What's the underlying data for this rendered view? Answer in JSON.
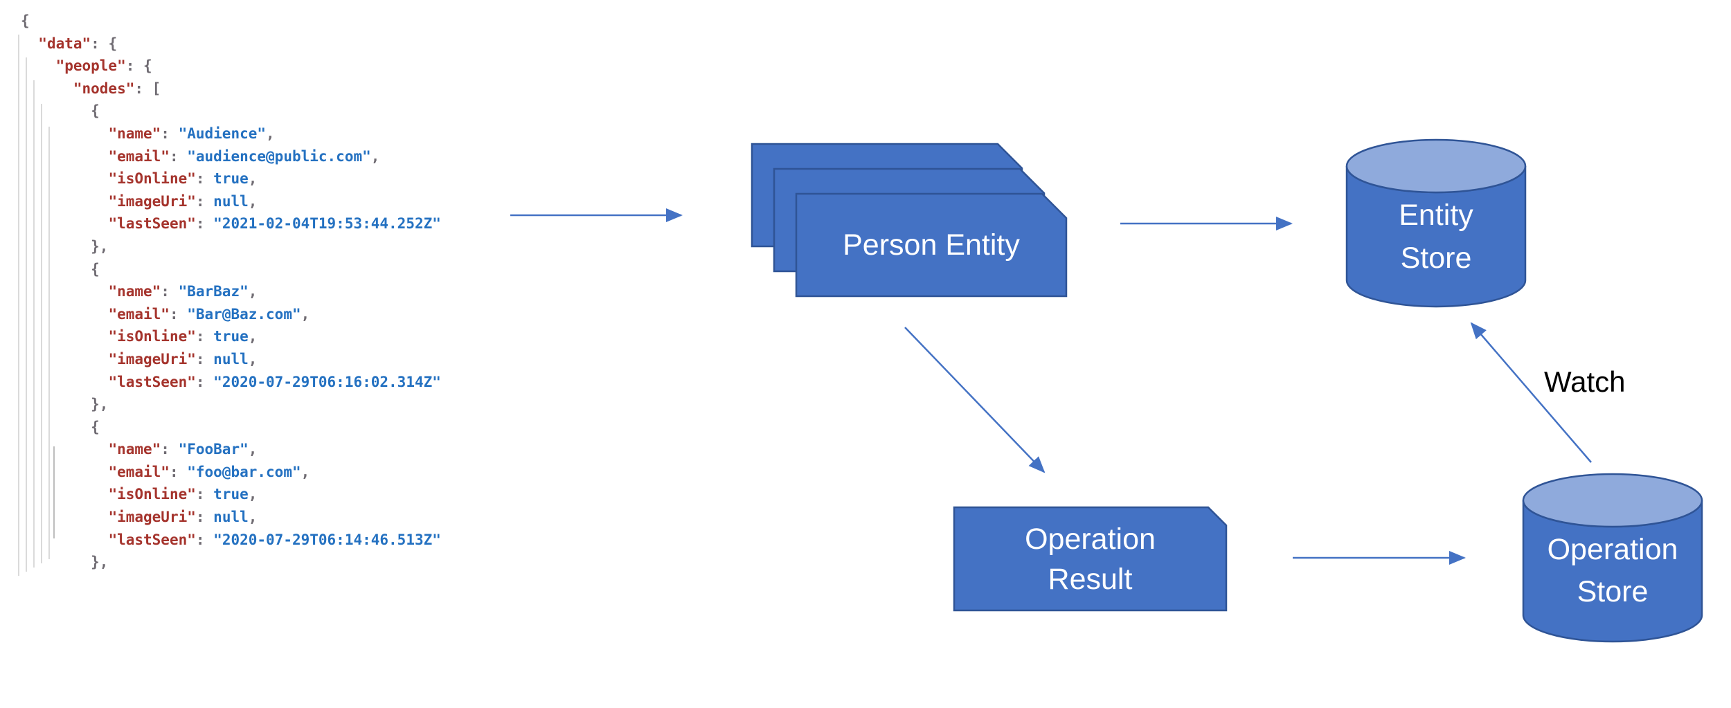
{
  "diagram": {
    "person_entity": {
      "label": "Person Entity"
    },
    "entity_store": {
      "label_line1": "Entity",
      "label_line2": "Store"
    },
    "operation_result": {
      "label_line1": "Operation",
      "label_line2": "Result"
    },
    "operation_store": {
      "label_line1": "Operation",
      "label_line2": "Store"
    },
    "watch_label": "Watch",
    "colors": {
      "shape_fill": "#4472C4",
      "shape_border": "#2F5496",
      "cylinder_top": "#8FAADC",
      "arrow": "#4472C4",
      "label_text": "#FFFFFF",
      "watch_text": "#000000"
    }
  },
  "code_block": {
    "colors": {
      "key": "#A5342D",
      "value": "#2471C1",
      "punctuation": "#6F6B72",
      "indent_guide": "#DADADA"
    },
    "lines": [
      [
        {
          "c": "p",
          "t": "{"
        }
      ],
      [
        {
          "c": "p",
          "t": "  "
        },
        {
          "c": "k",
          "t": "\"data\""
        },
        {
          "c": "p",
          "t": ": {"
        }
      ],
      [
        {
          "c": "p",
          "t": "    "
        },
        {
          "c": "k",
          "t": "\"people\""
        },
        {
          "c": "p",
          "t": ": {"
        }
      ],
      [
        {
          "c": "p",
          "t": "      "
        },
        {
          "c": "k",
          "t": "\"nodes\""
        },
        {
          "c": "p",
          "t": ": ["
        }
      ],
      [
        {
          "c": "p",
          "t": "        {"
        }
      ],
      [
        {
          "c": "p",
          "t": "          "
        },
        {
          "c": "k",
          "t": "\"name\""
        },
        {
          "c": "p",
          "t": ": "
        },
        {
          "c": "v",
          "t": "\"Audience\""
        },
        {
          "c": "p",
          "t": ","
        }
      ],
      [
        {
          "c": "p",
          "t": "          "
        },
        {
          "c": "k",
          "t": "\"email\""
        },
        {
          "c": "p",
          "t": ": "
        },
        {
          "c": "v",
          "t": "\"audience@public.com\""
        },
        {
          "c": "p",
          "t": ","
        }
      ],
      [
        {
          "c": "p",
          "t": "          "
        },
        {
          "c": "k",
          "t": "\"isOnline\""
        },
        {
          "c": "p",
          "t": ": "
        },
        {
          "c": "v",
          "t": "true"
        },
        {
          "c": "p",
          "t": ","
        }
      ],
      [
        {
          "c": "p",
          "t": "          "
        },
        {
          "c": "k",
          "t": "\"imageUri\""
        },
        {
          "c": "p",
          "t": ": "
        },
        {
          "c": "v",
          "t": "null"
        },
        {
          "c": "p",
          "t": ","
        }
      ],
      [
        {
          "c": "p",
          "t": "          "
        },
        {
          "c": "k",
          "t": "\"lastSeen\""
        },
        {
          "c": "p",
          "t": ": "
        },
        {
          "c": "v",
          "t": "\"2021-02-04T19:53:44.252Z\""
        }
      ],
      [
        {
          "c": "p",
          "t": "        },"
        }
      ],
      [
        {
          "c": "p",
          "t": "        {"
        }
      ],
      [
        {
          "c": "p",
          "t": "          "
        },
        {
          "c": "k",
          "t": "\"name\""
        },
        {
          "c": "p",
          "t": ": "
        },
        {
          "c": "v",
          "t": "\"BarBaz\""
        },
        {
          "c": "p",
          "t": ","
        }
      ],
      [
        {
          "c": "p",
          "t": "          "
        },
        {
          "c": "k",
          "t": "\"email\""
        },
        {
          "c": "p",
          "t": ": "
        },
        {
          "c": "v",
          "t": "\"Bar@Baz.com\""
        },
        {
          "c": "p",
          "t": ","
        }
      ],
      [
        {
          "c": "p",
          "t": "          "
        },
        {
          "c": "k",
          "t": "\"isOnline\""
        },
        {
          "c": "p",
          "t": ": "
        },
        {
          "c": "v",
          "t": "true"
        },
        {
          "c": "p",
          "t": ","
        }
      ],
      [
        {
          "c": "p",
          "t": "          "
        },
        {
          "c": "k",
          "t": "\"imageUri\""
        },
        {
          "c": "p",
          "t": ": "
        },
        {
          "c": "v",
          "t": "null"
        },
        {
          "c": "p",
          "t": ","
        }
      ],
      [
        {
          "c": "p",
          "t": "          "
        },
        {
          "c": "k",
          "t": "\"lastSeen\""
        },
        {
          "c": "p",
          "t": ": "
        },
        {
          "c": "v",
          "t": "\"2020-07-29T06:16:02.314Z\""
        }
      ],
      [
        {
          "c": "p",
          "t": "        },"
        }
      ],
      [
        {
          "c": "p",
          "t": "        {"
        }
      ],
      [
        {
          "c": "p",
          "t": "          "
        },
        {
          "c": "k",
          "t": "\"name\""
        },
        {
          "c": "p",
          "t": ": "
        },
        {
          "c": "v",
          "t": "\"FooBar\""
        },
        {
          "c": "p",
          "t": ","
        }
      ],
      [
        {
          "c": "p",
          "t": "          "
        },
        {
          "c": "k",
          "t": "\"email\""
        },
        {
          "c": "p",
          "t": ": "
        },
        {
          "c": "v",
          "t": "\"foo@bar.com\""
        },
        {
          "c": "p",
          "t": ","
        }
      ],
      [
        {
          "c": "p",
          "t": "          "
        },
        {
          "c": "k",
          "t": "\"isOnline\""
        },
        {
          "c": "p",
          "t": ": "
        },
        {
          "c": "v",
          "t": "true"
        },
        {
          "c": "p",
          "t": ","
        }
      ],
      [
        {
          "c": "p",
          "t": "          "
        },
        {
          "c": "k",
          "t": "\"imageUri\""
        },
        {
          "c": "p",
          "t": ": "
        },
        {
          "c": "v",
          "t": "null"
        },
        {
          "c": "p",
          "t": ","
        }
      ],
      [
        {
          "c": "p",
          "t": "          "
        },
        {
          "c": "k",
          "t": "\"lastSeen\""
        },
        {
          "c": "p",
          "t": ": "
        },
        {
          "c": "v",
          "t": "\"2020-07-29T06:14:46.513Z\""
        }
      ],
      [
        {
          "c": "p",
          "t": "        },"
        }
      ]
    ]
  }
}
